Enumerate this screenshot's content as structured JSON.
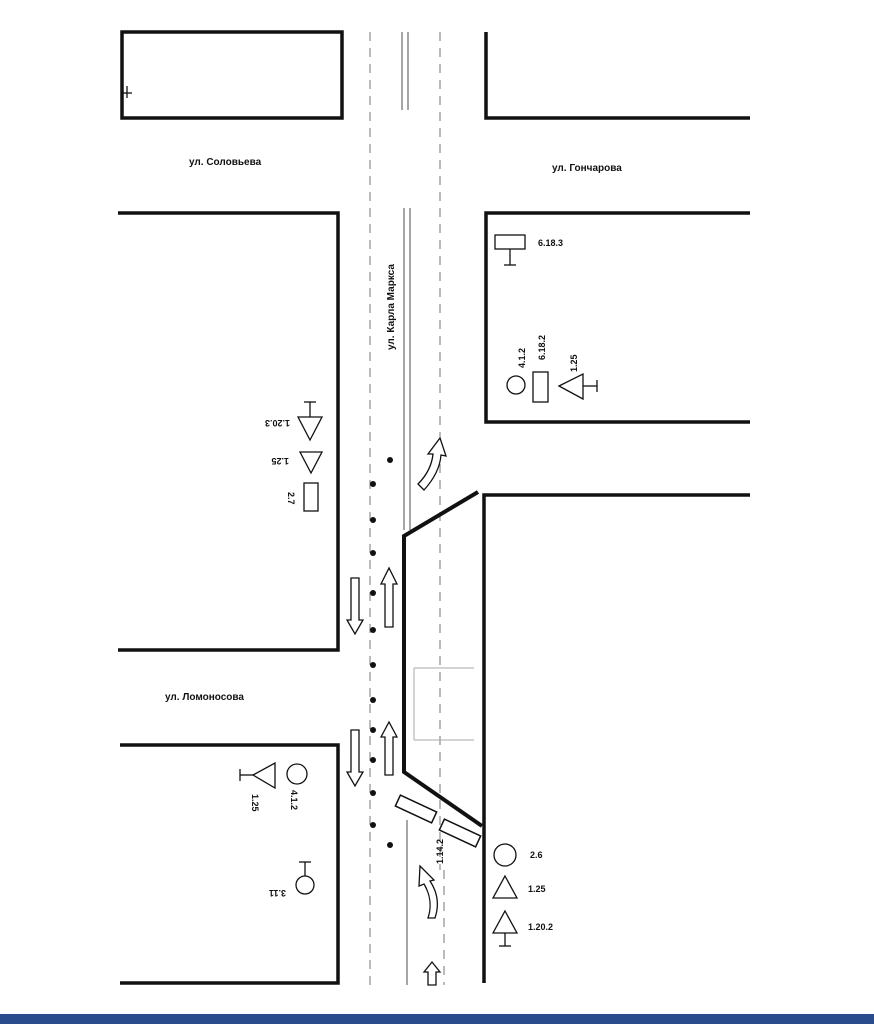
{
  "streets": {
    "solovyeva": "ул. Соловьева",
    "goncharova": "ул. Гончарова",
    "karla_marksa": "ул. Карла Маркса",
    "lomonosova": "ул. Ломоносова"
  },
  "signs": {
    "s6183": "6.18.3",
    "s412_top": "4.1.2",
    "s6182": "6.18.2",
    "s125_top": "1.25",
    "s1203": "1.20.3",
    "s125_left": "1.25",
    "s27": "2.7",
    "s412_bottom": "4.1.2",
    "s125_bottom": "1.25",
    "s311": "3.11",
    "s26": "2.6",
    "s125_right": "1.25",
    "s1202": "1.20.2",
    "s1142": "1.14.2"
  },
  "colors": {
    "line": "#111111",
    "bar": "#2b4c8c"
  }
}
